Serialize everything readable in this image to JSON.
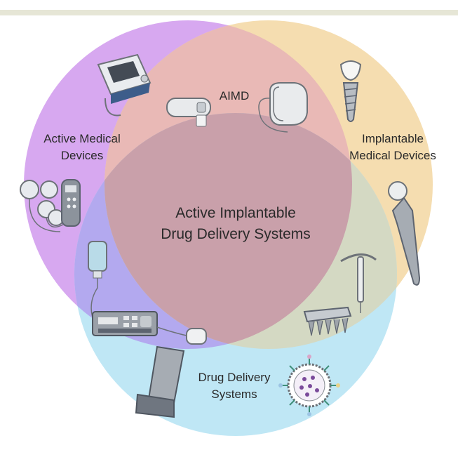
{
  "colors": {
    "top_rule": "#e6e6d6",
    "active_medical_devices": "#d7a8f0",
    "implantable_medical_devices": "#f5ddb0",
    "drug_delivery_systems": "#bfe7f5",
    "center": "#c9a0aa",
    "device_gray": "#a8adb4",
    "device_dark": "#5d6470",
    "outline": "#6d7278"
  },
  "diagram": {
    "center_label_line1": "Active Implantable",
    "center_label_line2": "Drug Delivery Systems",
    "aimd_label": "AIMD",
    "active_line1": "Active Medical",
    "active_line2": "Devices",
    "implantable_line1": "Implantable",
    "implantable_line2": "Medical Devices",
    "drug_line1": "Drug Delivery",
    "drug_line2": "Systems"
  },
  "icons": [
    "bedside-monitor-icon",
    "tens-unit-icon",
    "capsule-pump-icon",
    "pacemaker-icon",
    "dental-implant-icon",
    "hip-implant-icon",
    "iv-bag-icon",
    "infusion-pump-icon",
    "iud-icon",
    "microneedle-patch-icon",
    "inhaler-icon",
    "liposome-icon",
    "patch-pump-icon"
  ]
}
